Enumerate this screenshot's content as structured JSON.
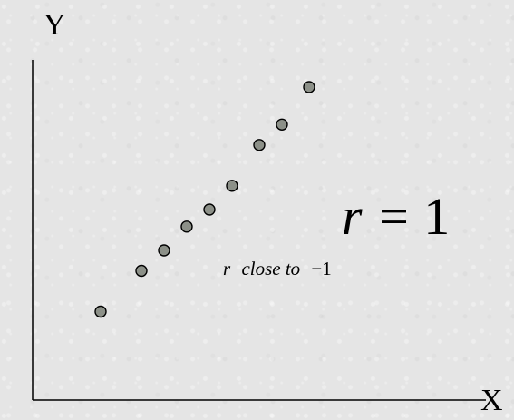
{
  "chart_data": {
    "type": "scatter",
    "title": "",
    "xlabel": "X",
    "ylabel": "Y",
    "xlim": [
      0,
      10
    ],
    "ylim": [
      0,
      10
    ],
    "grid": false,
    "x": [
      1.5,
      2.4,
      2.9,
      3.4,
      3.9,
      4.4,
      5.0,
      5.5,
      6.1
    ],
    "y": [
      2.6,
      3.8,
      4.4,
      5.1,
      5.6,
      6.3,
      7.5,
      8.1,
      9.2
    ],
    "point_color": "#8c9088",
    "point_stroke": "#000000",
    "annotations": {
      "big": {
        "var": "r",
        "op": "=",
        "value": "1"
      },
      "small": {
        "var": "r",
        "text": "close to",
        "value": "−1"
      }
    }
  }
}
